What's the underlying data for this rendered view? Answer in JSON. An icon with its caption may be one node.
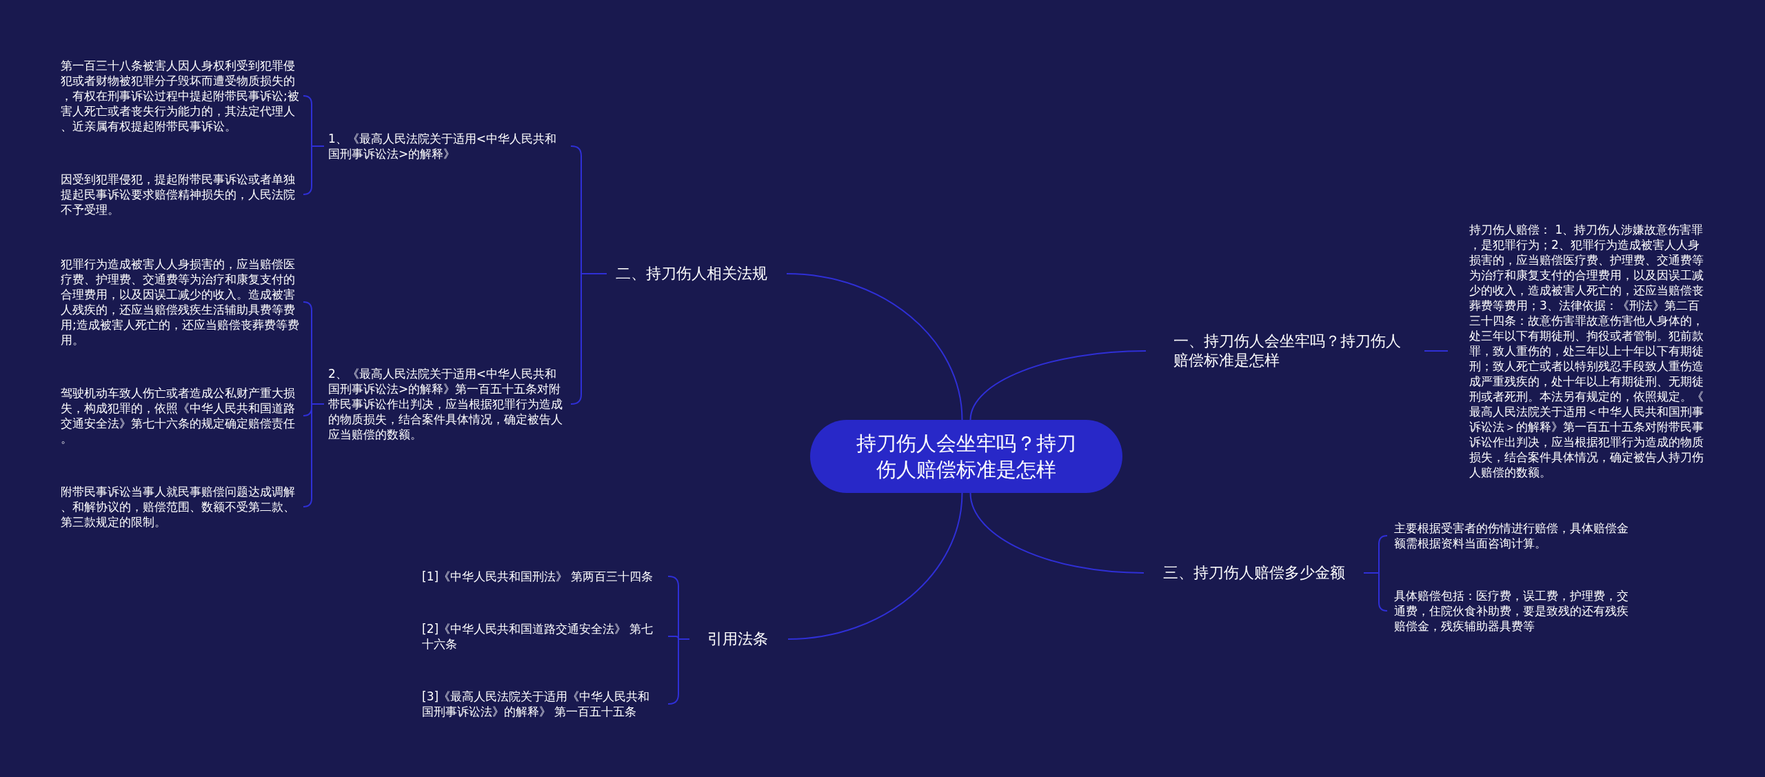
{
  "diagram": {
    "nodes": [
      {
        "text": [
          "持刀伤人会坐牢吗？持刀伤人赔偿标准是怎样"
        ]
      },
      {
        "text": [
          "一、持刀伤人会坐牢吗？持刀伤人赔偿标准是怎样"
        ]
      },
      {
        "text": [
          "持刀伤人赔偿： 1、持刀伤人涉嫌故意伤害罪，是犯罪行为；2、犯罪行为造成被害人人身损害的，应当赔偿医疗费、护理费、交通费等为治疗和康复支付的合理费用，以及因误工减少的收入，造成被害人死亡的，还应当赔偿丧葬费等费用；3、法律依据：《刑法》第二百三十四条：故意伤害罪故意伤害他人身体的，处三年以下有期徒刑、拘役或者管制。犯前款罪，致人重伤的，处三年以上十年以下有期徒刑；致人死亡或者以特别残忍手段致人重伤造成严重残疾的，处十年以上有期徒刑、无期徒刑或者死刑。本法另有规定的，依照规定。《最高人民法院关于适用＜中华人民共和国刑事诉讼法＞的解释》第一百五十五条对附带民事诉讼作出判决，应当根据犯罪行为造成的物质损失，结合案件具体情况，确定被告人持刀伤人赔偿的数额。"
        ]
      },
      {
        "text": [
          "二、持刀伤人相关法规"
        ]
      },
      {
        "text": [
          "1、《最高人民法院关于适用<中华人民共和国刑事诉讼法>的解释》"
        ]
      },
      {
        "text": [
          "2、《最高人民法院关于适用<中华人民共和国刑事诉讼法>的解释》第一百五十五条对附带民事诉讼作出判决，应当根据犯罪行为造成的物质损失，结合案件具体情况，确定被告人应当赔偿的数额。"
        ]
      },
      {
        "text": [
          "第一百三十八条被害人因人身权利受到犯罪侵犯或者财物被犯罪分子毁坏而遭受物质损失的，有权在刑事诉讼过程中提起附带民事诉讼;被害人死亡或者丧失行为能力的，其法定代理人、近亲属有权提起附带民事诉讼。"
        ]
      },
      {
        "text": [
          "因受到犯罪侵犯，提起附带民事诉讼或者单独提起民事诉讼要求赔偿精神损失的，人民法院不予受理。"
        ]
      },
      {
        "text": [
          "犯罪行为造成被害人人身损害的，应当赔偿医疗费、护理费、交通费等为治疗和康复支付的合理费用，以及因误工减少的收入。造成被害人残疾的，还应当赔偿残疾生活辅助具费等费用;造成被害人死亡的，还应当赔偿丧葬费等费用。"
        ]
      },
      {
        "text": [
          "驾驶机动车致人伤亡或者造成公私财产重大损失，构成犯罪的，依照《中华人民共和国道路交通安全法》第七十六条的规定确定赔偿责任。"
        ]
      },
      {
        "text": [
          "附带民事诉讼当事人就民事赔偿问题达成调解、和解协议的，赔偿范围、数额不受第二款、第三款规定的限制。"
        ]
      },
      {
        "text": [
          "三、持刀伤人赔偿多少金额"
        ]
      },
      {
        "text": [
          "主要根据受害者的伤情进行赔偿，具体赔偿金额需根据资料当面咨询计算。"
        ]
      },
      {
        "text": [
          "具体赔偿包括：医疗费，误工费，护理费，交通费，住院伙食补助费，要是致残的还有残疾赔偿金，残疾辅助器具费等"
        ]
      },
      {
        "text": [
          "引用法条"
        ]
      },
      {
        "text": [
          "[1]《中华人民共和国刑法》 第两百三十四条"
        ]
      },
      {
        "text": [
          "[2]《中华人民共和国道路交通安全法》 第七十六条"
        ]
      },
      {
        "text": [
          "[3]《最高人民法院关于适用《中华人民共和国刑事诉讼法》的解释》 第一百五十五条"
        ]
      }
    ],
    "edges": [
      {
        "from": 0,
        "to": 1,
        "arrow": "none"
      },
      {
        "from": 1,
        "to": 2,
        "arrow": "none"
      },
      {
        "from": 0,
        "to": 3,
        "arrow": "none"
      },
      {
        "from": 3,
        "to": 4,
        "arrow": "none"
      },
      {
        "from": 3,
        "to": 5,
        "arrow": "none"
      },
      {
        "from": 4,
        "to": 6,
        "arrow": "none"
      },
      {
        "from": 4,
        "to": 7,
        "arrow": "none"
      },
      {
        "from": 5,
        "to": 8,
        "arrow": "none"
      },
      {
        "from": 5,
        "to": 9,
        "arrow": "none"
      },
      {
        "from": 5,
        "to": 10,
        "arrow": "none"
      },
      {
        "from": 0,
        "to": 11,
        "arrow": "none"
      },
      {
        "from": 11,
        "to": 12,
        "arrow": "none"
      },
      {
        "from": 11,
        "to": 13,
        "arrow": "none"
      },
      {
        "from": 0,
        "to": 14,
        "arrow": "none"
      },
      {
        "from": 14,
        "to": 15,
        "arrow": "none"
      },
      {
        "from": 14,
        "to": 16,
        "arrow": "none"
      },
      {
        "from": 14,
        "to": 17,
        "arrow": "none"
      }
    ]
  }
}
